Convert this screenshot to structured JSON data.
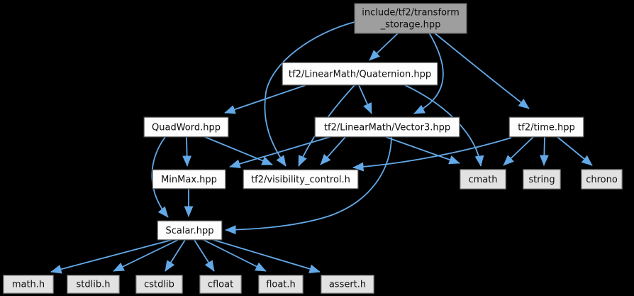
{
  "diagram_type": "include-dependency-graph",
  "colors": {
    "background": "#000000",
    "edge": "#63a9e8",
    "node_fill": "#fdfdfd",
    "node_border": "#3f3f3f",
    "system_node_fill": "#e2e2e2",
    "system_node_border": "#939393",
    "current_node_fill": "#9e9e9e",
    "current_node_border": "#606060",
    "text": "#0d0d0d"
  },
  "nodes": {
    "root": {
      "label_line1": "include/tf2/transform",
      "label_line2": "_storage.hpp",
      "type": "current"
    },
    "quaternion": {
      "label": "tf2/LinearMath/Quaternion.hpp",
      "type": "internal"
    },
    "quadword": {
      "label": "QuadWord.hpp",
      "type": "internal"
    },
    "vector3": {
      "label": "tf2/LinearMath/Vector3.hpp",
      "type": "internal"
    },
    "time": {
      "label": "tf2/time.hpp",
      "type": "internal"
    },
    "minmax": {
      "label": "MinMax.hpp",
      "type": "internal"
    },
    "visibility": {
      "label": "tf2/visibility_control.h",
      "type": "internal"
    },
    "cmath": {
      "label": "cmath",
      "type": "system"
    },
    "string": {
      "label": "string",
      "type": "system"
    },
    "chrono": {
      "label": "chrono",
      "type": "system"
    },
    "scalar": {
      "label": "Scalar.hpp",
      "type": "internal"
    },
    "math_h": {
      "label": "math.h",
      "type": "system"
    },
    "stdlib_h": {
      "label": "stdlib.h",
      "type": "system"
    },
    "cstdlib": {
      "label": "cstdlib",
      "type": "system"
    },
    "cfloat": {
      "label": "cfloat",
      "type": "system"
    },
    "float_h": {
      "label": "float.h",
      "type": "system"
    },
    "assert_h": {
      "label": "assert.h",
      "type": "system"
    }
  },
  "edges": [
    {
      "from": "root",
      "to": "quaternion"
    },
    {
      "from": "root",
      "to": "vector3"
    },
    {
      "from": "root",
      "to": "time"
    },
    {
      "from": "root",
      "to": "visibility"
    },
    {
      "from": "quaternion",
      "to": "quadword"
    },
    {
      "from": "quaternion",
      "to": "vector3"
    },
    {
      "from": "quaternion",
      "to": "visibility"
    },
    {
      "from": "quaternion",
      "to": "cmath"
    },
    {
      "from": "quadword",
      "to": "minmax"
    },
    {
      "from": "quadword",
      "to": "scalar"
    },
    {
      "from": "quadword",
      "to": "visibility"
    },
    {
      "from": "vector3",
      "to": "minmax"
    },
    {
      "from": "vector3",
      "to": "scalar"
    },
    {
      "from": "vector3",
      "to": "visibility"
    },
    {
      "from": "vector3",
      "to": "cmath"
    },
    {
      "from": "time",
      "to": "visibility"
    },
    {
      "from": "time",
      "to": "cmath"
    },
    {
      "from": "time",
      "to": "string"
    },
    {
      "from": "time",
      "to": "chrono"
    },
    {
      "from": "minmax",
      "to": "scalar"
    },
    {
      "from": "scalar",
      "to": "math_h"
    },
    {
      "from": "scalar",
      "to": "stdlib_h"
    },
    {
      "from": "scalar",
      "to": "cstdlib"
    },
    {
      "from": "scalar",
      "to": "cfloat"
    },
    {
      "from": "scalar",
      "to": "float_h"
    },
    {
      "from": "scalar",
      "to": "assert_h"
    }
  ]
}
